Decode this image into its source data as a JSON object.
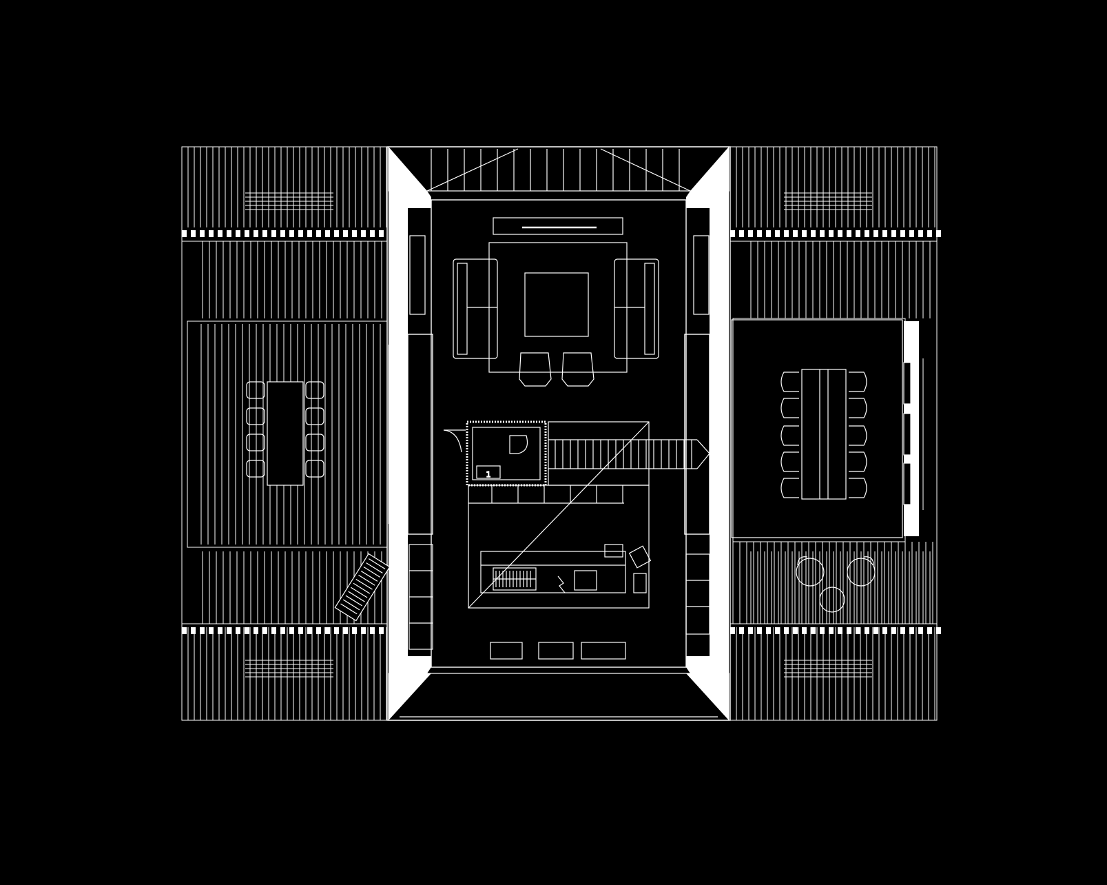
{
  "plan": {
    "background": "#000000",
    "line_color": "#ffffff",
    "labels": {
      "stair_step_number": "1"
    },
    "rooms": [
      "west-terrace",
      "west-dining-terrace",
      "living-room",
      "stair-core",
      "wc",
      "kitchen",
      "east-terrace",
      "east-dining-room",
      "north-loggia",
      "south-loggia"
    ]
  }
}
